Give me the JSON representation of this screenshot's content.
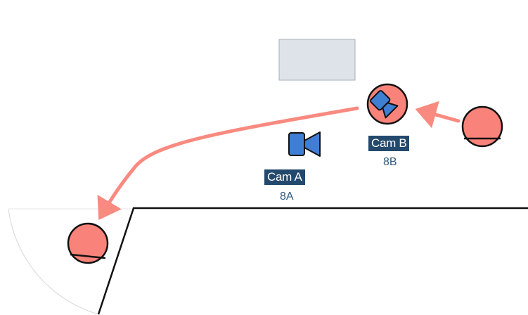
{
  "cameras": [
    {
      "label": "Cam A",
      "id": "8A"
    },
    {
      "label": "Cam B",
      "id": "8B"
    }
  ],
  "colors": {
    "actor_fill": "#f9837a",
    "arrow": "#f98a80",
    "camera_fill": "#3f7fd3",
    "label_bg": "#23496d",
    "label_text": "#ffffff",
    "id_text": "#2f5a80",
    "prop_fill": "#dde3e8",
    "wall": "#111111"
  }
}
